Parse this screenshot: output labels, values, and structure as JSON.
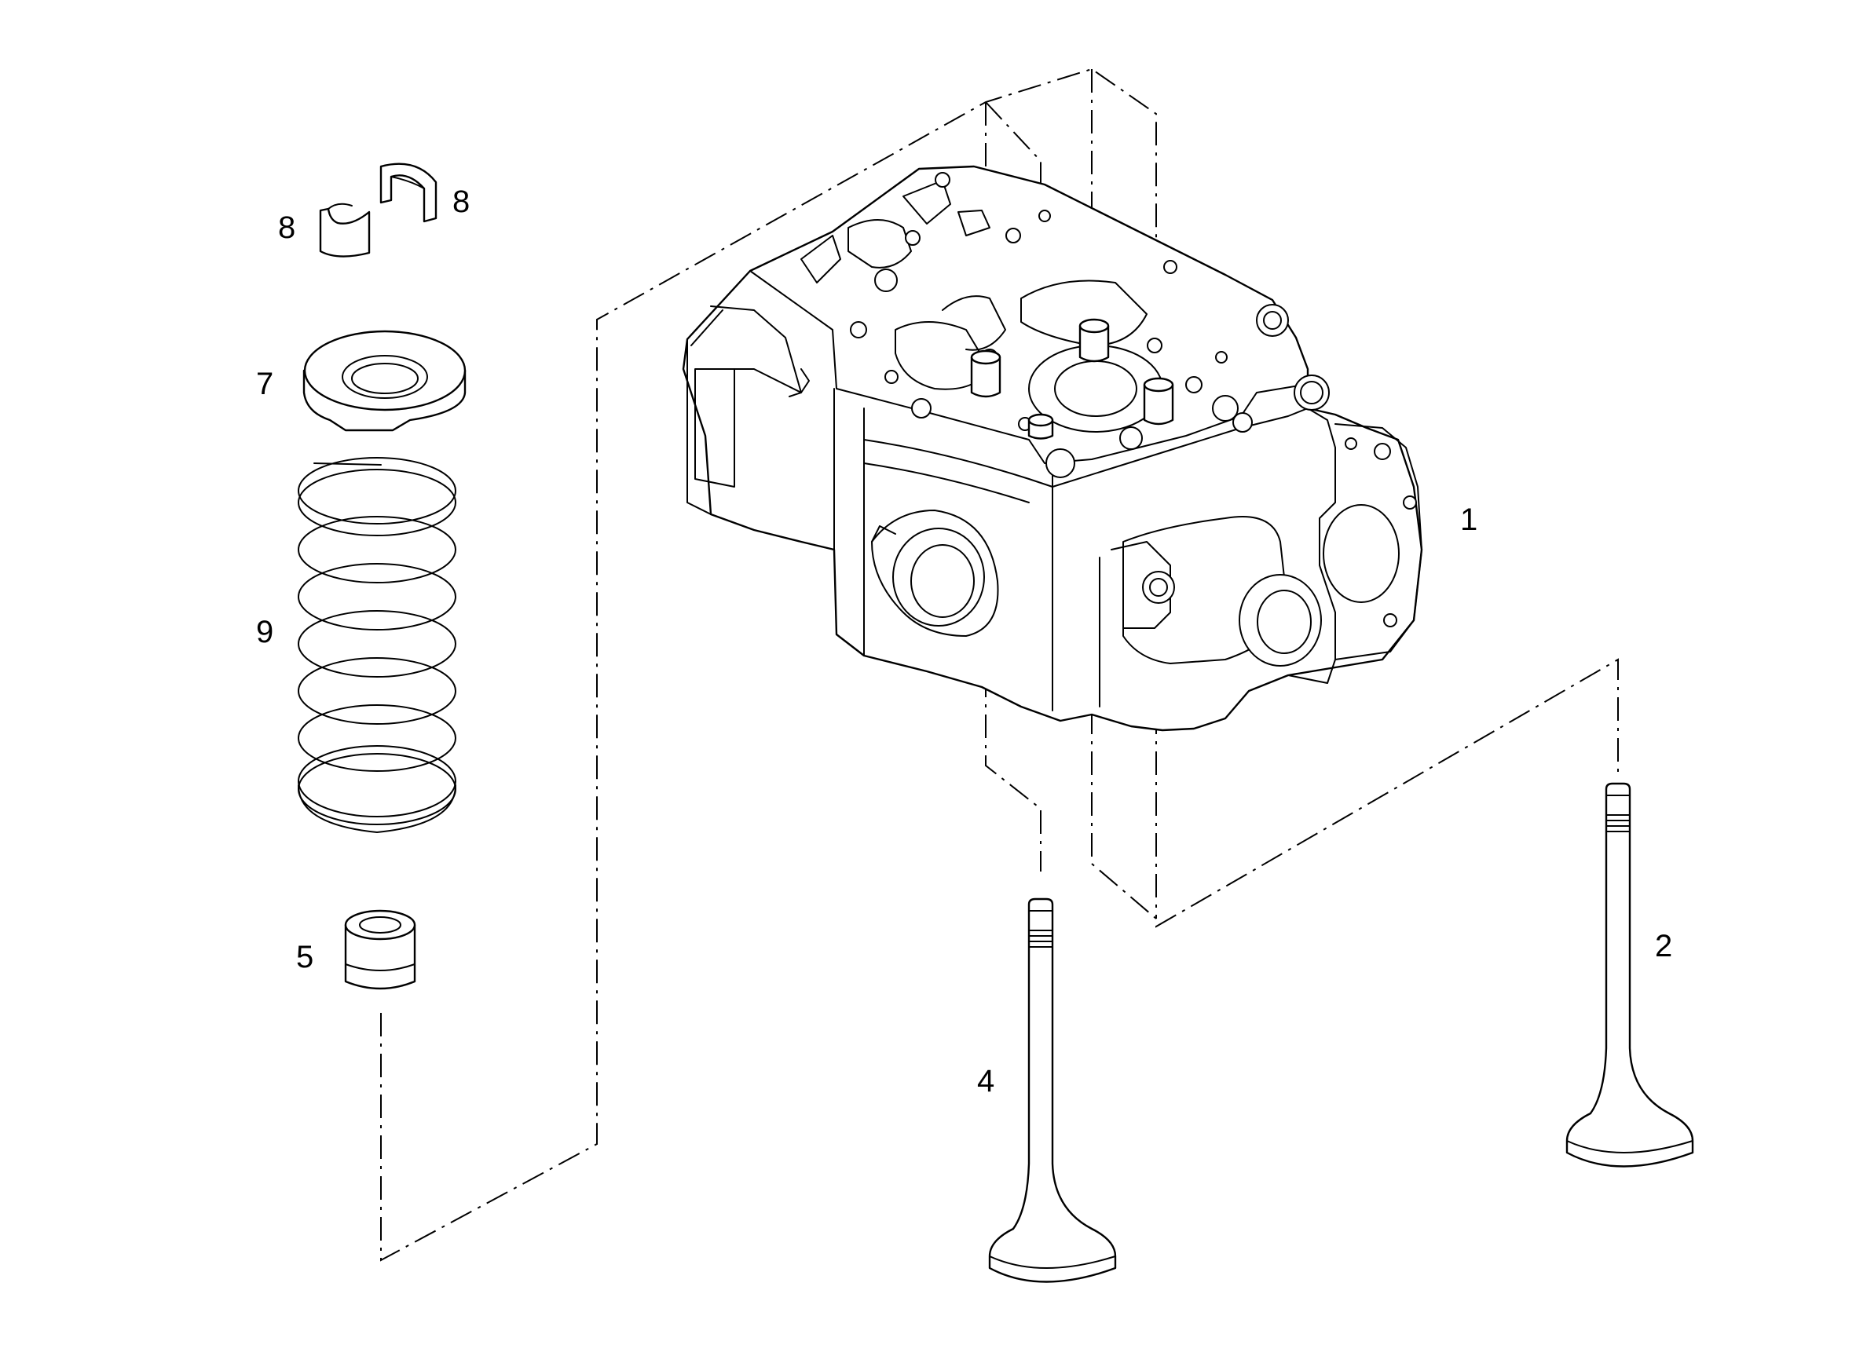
{
  "callouts": {
    "cylinder_head": "1",
    "exhaust_valve": "2",
    "intake_valve": "4",
    "valve_stem_seal": "5",
    "spring_retainer": "7",
    "valve_collet_a": "8",
    "valve_collet_b": "8",
    "valve_spring": "9"
  },
  "colors": {
    "line": "#000000",
    "background": "#ffffff"
  }
}
